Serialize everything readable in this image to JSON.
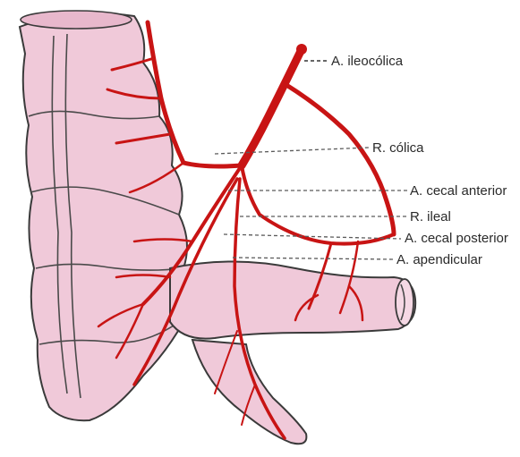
{
  "labels": {
    "ileocolic": "A. ileocólica",
    "colic": "R. cólica",
    "cecal_anterior": "A. cecal anterior",
    "ileal": "R. ileal",
    "cecal_posterior": "A. cecal posterior",
    "appendicular": "A. apendicular"
  },
  "colors": {
    "artery": "#c81414",
    "tissue": "#f0c9d9",
    "outline": "#3a3a3a"
  }
}
